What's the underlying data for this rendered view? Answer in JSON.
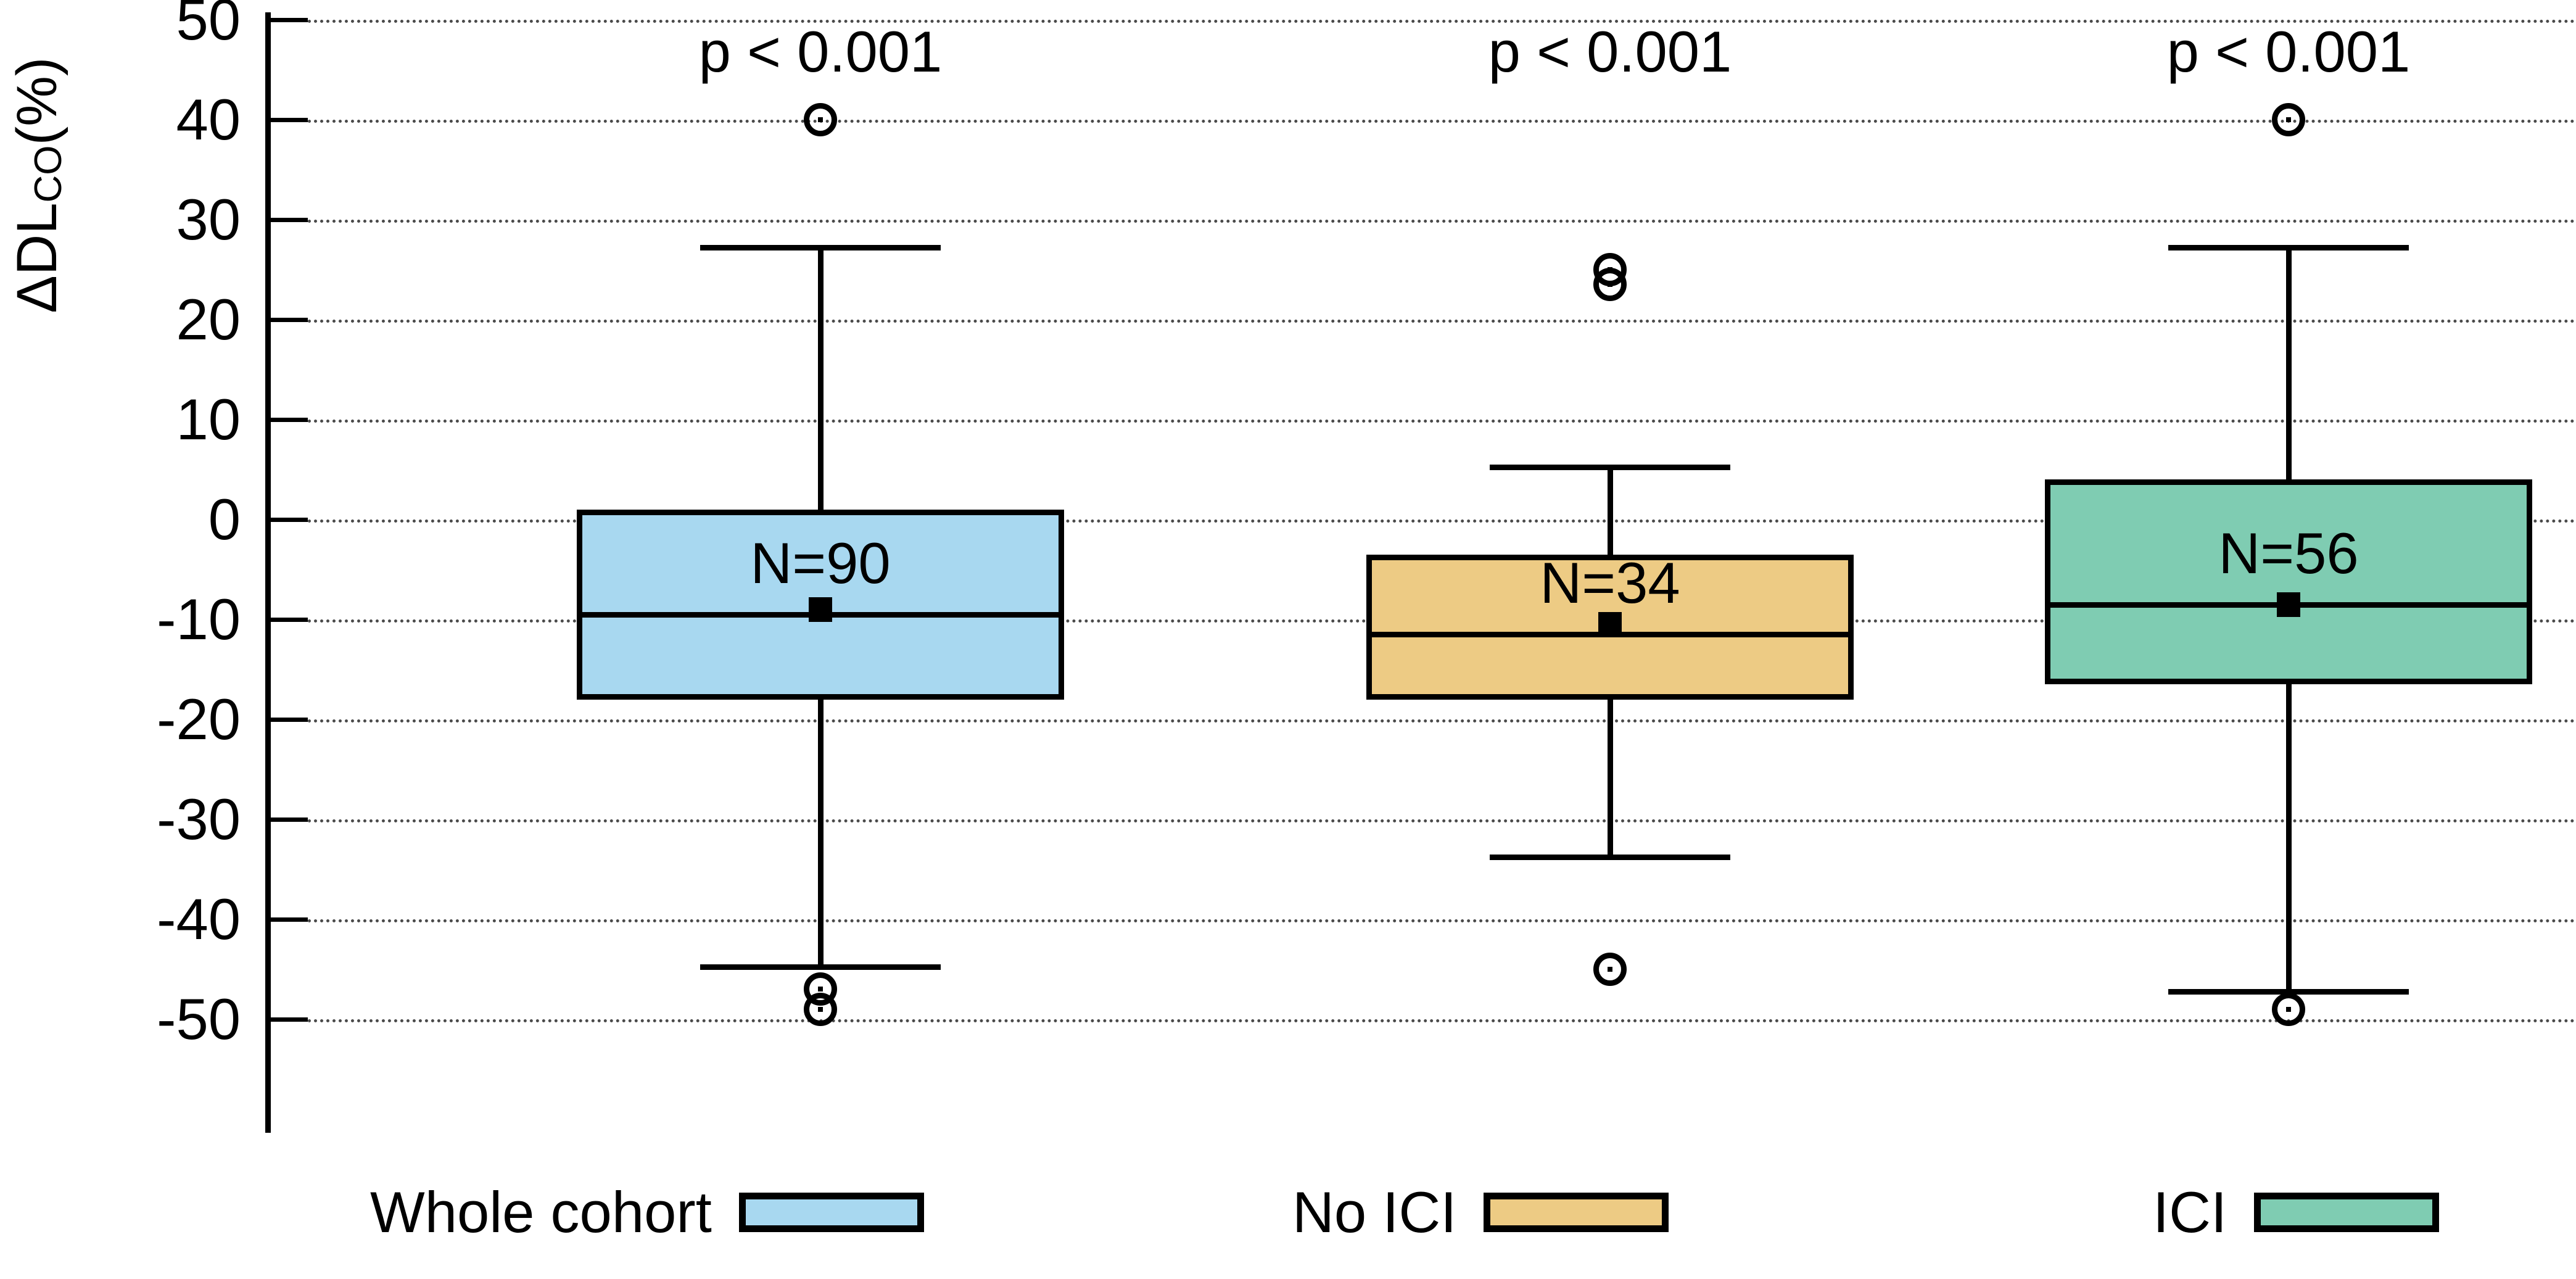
{
  "chart_data": {
    "type": "box",
    "title": "",
    "xlabel": "",
    "ylabel": "ΔDLCO (%)",
    "ylabel_main": "ΔDL",
    "ylabel_sub": "CO",
    "ylabel_unit": " (%)",
    "ylim": [
      -50,
      50
    ],
    "yticks": [
      50,
      40,
      30,
      20,
      10,
      0,
      -10,
      -20,
      -30,
      -40,
      -50
    ],
    "ytick_labels": [
      "50",
      "40",
      "30",
      "20",
      "10",
      "0",
      "-10",
      "-20",
      "-30",
      "-40",
      "-50"
    ],
    "grid": "horizontal-dotted",
    "legend_position": "bottom",
    "categories": [
      "Whole cohort",
      "No ICI",
      "ICI"
    ],
    "annotations": [
      "p < 0.001",
      "p < 0.001",
      "p < 0.001"
    ],
    "series": [
      {
        "name": "Whole cohort",
        "color": "#A8D8F0",
        "n_label": "N=90",
        "n": 90,
        "pvalue": "p < 0.001",
        "q1": -18.0,
        "median": -9.5,
        "q3": 1.0,
        "whisker_low": -44.5,
        "whisker_high": 27.5,
        "mean": -9.0,
        "outliers": [
          40.0,
          -47.0,
          -49.0
        ]
      },
      {
        "name": "No ICI",
        "color": "#EDCB84",
        "n_label": "N=34",
        "n": 34,
        "pvalue": "p < 0.001",
        "q1": -18.0,
        "median": -11.5,
        "q3": -3.5,
        "whisker_low": -33.5,
        "whisker_high": 5.5,
        "mean": -10.5,
        "outliers": [
          25.0,
          23.5,
          -45.0
        ]
      },
      {
        "name": "ICI",
        "color": "#7FCCB2",
        "n_label": "N=56",
        "n": 56,
        "pvalue": "p < 0.001",
        "q1": -16.5,
        "median": -8.5,
        "q3": 4.0,
        "whisker_low": -47.0,
        "whisker_high": 27.5,
        "mean": -8.5,
        "outliers": [
          40.0,
          -49.0
        ]
      }
    ]
  },
  "legend": {
    "items": [
      {
        "label": "Whole cohort",
        "color": "#A8D8F0"
      },
      {
        "label": "No ICI",
        "color": "#EDCB84"
      },
      {
        "label": "ICI",
        "color": "#7FCCB2"
      }
    ]
  }
}
